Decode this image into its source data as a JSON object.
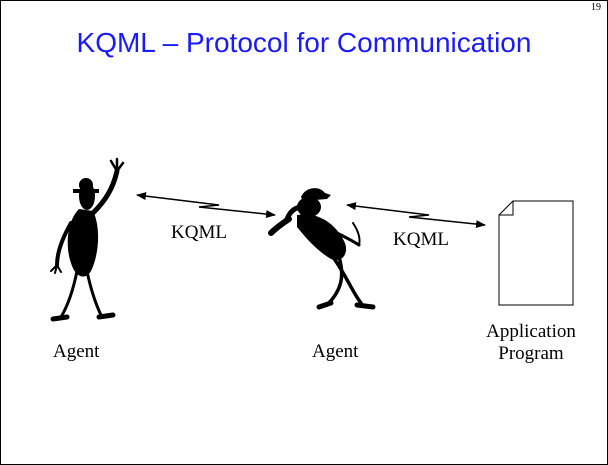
{
  "slide": {
    "page_number": "19",
    "title": "KQML – Protocol for Communication"
  },
  "diagram": {
    "nodes": [
      {
        "id": "agent-1",
        "label": "Agent",
        "icon": "waving-figure-icon"
      },
      {
        "id": "agent-2",
        "label": "Agent",
        "icon": "listening-figure-icon"
      },
      {
        "id": "program",
        "label_line1": "Application",
        "label_line2": "Program",
        "icon": "document-icon"
      }
    ],
    "links": [
      {
        "from": "agent-1",
        "to": "agent-2",
        "label": "KQML"
      },
      {
        "from": "agent-2",
        "to": "program",
        "label": "KQML"
      }
    ]
  }
}
